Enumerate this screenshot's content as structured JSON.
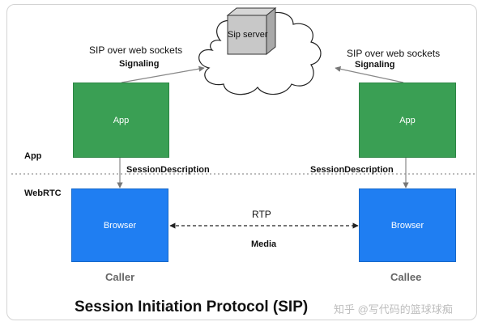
{
  "nodes": {
    "sip_server": {
      "label": "Sip server"
    },
    "caller_app": {
      "label": "App"
    },
    "callee_app": {
      "label": "App"
    },
    "caller_browser": {
      "label": "Browser"
    },
    "callee_browser": {
      "label": "Browser"
    }
  },
  "edges": {
    "caller_signaling": {
      "transport": "SIP over web sockets",
      "label": "Signaling"
    },
    "callee_signaling": {
      "transport": "SIP over web sockets",
      "label": "Signaling"
    },
    "caller_session": {
      "label": "SessionDescription"
    },
    "callee_session": {
      "label": "SessionDescription"
    },
    "media": {
      "protocol": "RTP",
      "label": "Media"
    }
  },
  "tiers": {
    "app": "App",
    "webrtc": "WebRTC"
  },
  "roles": {
    "caller": "Caller",
    "callee": "Callee"
  },
  "title": "Session Initiation Protocol (SIP)",
  "watermark": "知乎 @写代码的篮球球痴",
  "colors": {
    "app_green": "#3a9f54",
    "browser_blue": "#1f7ef2",
    "arrow_gray": "#888888"
  }
}
